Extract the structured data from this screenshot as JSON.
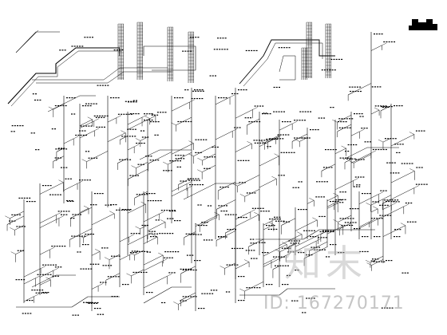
{
  "drawing": {
    "type": "isometric plumbing riser system diagram",
    "line_color": "#000000",
    "background": "#ffffff"
  },
  "watermark": {
    "brand": "知末",
    "id_text": "ID: 167270171",
    "color": "#a0a0a0"
  }
}
